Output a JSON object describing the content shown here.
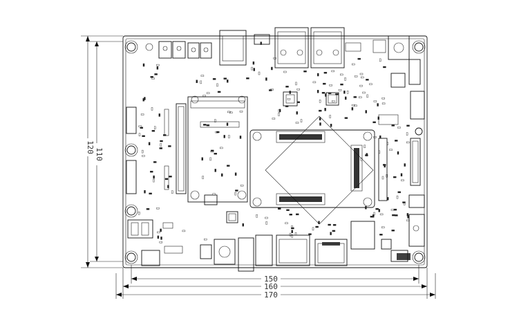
{
  "dimensions": {
    "height_outer": "120",
    "height_inner": "110",
    "width_inner": "150",
    "width_mid": "160",
    "width_outer": "170"
  },
  "colors": {
    "line": "#222222",
    "background": "#ffffff"
  }
}
